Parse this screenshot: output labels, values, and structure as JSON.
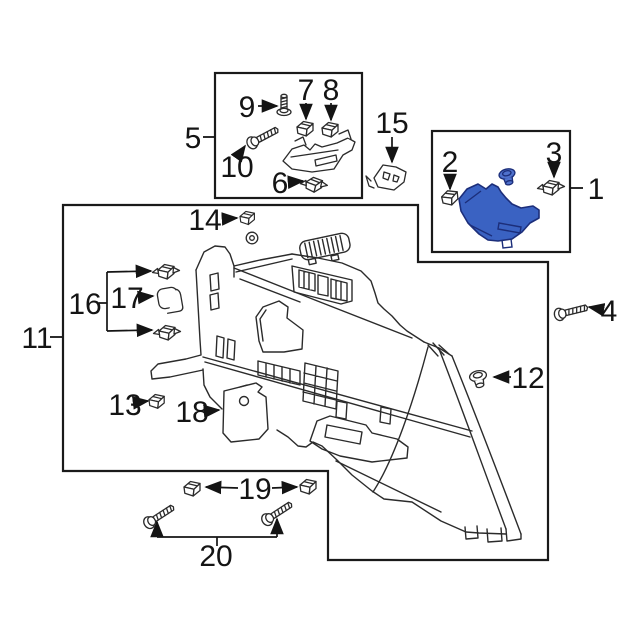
{
  "diagram": {
    "kind": "exploded-parts-diagram",
    "subject": "quarter panel interior trim",
    "background_color": "#ffffff",
    "line_color": "#2b2b2b",
    "box_color": "#1a1a1a",
    "label_color": "#141414",
    "highlight_fill": "#3a62c2",
    "highlight_stroke": "#1c2e7a"
  },
  "callouts": {
    "c1": {
      "label": "1",
      "part": "lower-quarter-trim-panel-highlighted"
    },
    "c2": {
      "label": "2",
      "part": "retainer-clip"
    },
    "c3": {
      "label": "3",
      "part": "retainer-clip"
    },
    "c4": {
      "label": "4",
      "part": "screw"
    },
    "c5": {
      "label": "5",
      "part": "upper-trim-group-box"
    },
    "c6": {
      "label": "6",
      "part": "retainer-clip"
    },
    "c7": {
      "label": "7",
      "part": "retainer-clip"
    },
    "c8": {
      "label": "8",
      "part": "retainer-clip"
    },
    "c9": {
      "label": "9",
      "part": "screw"
    },
    "c10": {
      "label": "10",
      "part": "bolt"
    },
    "c11": {
      "label": "11",
      "part": "quarter-trim-panel-group-box"
    },
    "c12": {
      "label": "12",
      "part": "push-pin-retainer"
    },
    "c13": {
      "label": "13",
      "part": "retainer-clip"
    },
    "c14": {
      "label": "14",
      "part": "retainer-clip"
    },
    "c15": {
      "label": "15",
      "part": "mounting-bracket"
    },
    "c16": {
      "label": "16",
      "part": "retainer-clip-pair"
    },
    "c17": {
      "label": "17",
      "part": "trim-pad"
    },
    "c18": {
      "label": "18",
      "part": "jack-access-cover"
    },
    "c19": {
      "label": "19",
      "part": "retainer-clip-pair"
    },
    "c20": {
      "label": "20",
      "part": "screw-pair"
    }
  }
}
